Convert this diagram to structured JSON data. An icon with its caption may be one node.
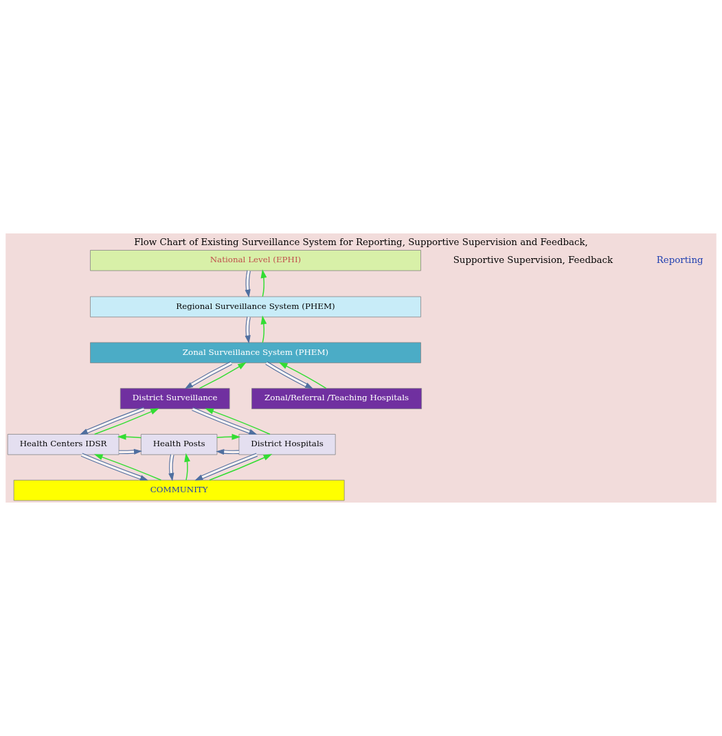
{
  "diagram": {
    "title": "Flow Chart of Existing Surveillance System for Reporting, Supportive Supervision and Feedback,",
    "nodes": [
      {
        "text": [
          "National Level (EPHI)"
        ]
      },
      {
        "text": [
          "Regional Surveillance System (PHEM)"
        ]
      },
      {
        "text": [
          "Zonal Surveillance System (PHEM)"
        ]
      },
      {
        "text": [
          "District Surveillance"
        ]
      },
      {
        "text": [
          "Zonal/Referral /Teaching Hospitals"
        ]
      },
      {
        "text": [
          "Health Centers IDSR"
        ]
      },
      {
        "text": [
          "Health Posts"
        ]
      },
      {
        "text": [
          "District Hospitals"
        ]
      },
      {
        "text": [
          "COMMUNITY"
        ]
      }
    ],
    "edges": [
      {
        "from": 0,
        "to": 1,
        "arrow": "to"
      },
      {
        "from": 1,
        "to": 0,
        "arrow": "to",
        "color": "#33dd33"
      },
      {
        "from": 1,
        "to": 2,
        "arrow": "to"
      },
      {
        "from": 2,
        "to": 1,
        "arrow": "to",
        "color": "#33dd33"
      },
      {
        "from": 2,
        "to": 3,
        "arrow": "to"
      },
      {
        "from": 3,
        "to": 2,
        "arrow": "to",
        "color": "#33dd33"
      },
      {
        "from": 2,
        "to": 4,
        "arrow": "to"
      },
      {
        "from": 4,
        "to": 2,
        "arrow": "to",
        "color": "#33dd33"
      },
      {
        "from": 3,
        "to": 5,
        "arrow": "to"
      },
      {
        "from": 5,
        "to": 3,
        "arrow": "to",
        "color": "#33dd33"
      },
      {
        "from": 3,
        "to": 7,
        "arrow": "to"
      },
      {
        "from": 7,
        "to": 3,
        "arrow": "to",
        "color": "#33dd33"
      },
      {
        "from": 5,
        "to": 6,
        "arrow": "to"
      },
      {
        "from": 6,
        "to": 5,
        "arrow": "to",
        "color": "#33dd33"
      },
      {
        "from": 7,
        "to": 6,
        "arrow": "to"
      },
      {
        "from": 6,
        "to": 7,
        "arrow": "to",
        "color": "#33dd33"
      },
      {
        "from": 5,
        "to": 8,
        "arrow": "to"
      },
      {
        "from": 8,
        "to": 5,
        "arrow": "to",
        "color": "#33dd33"
      },
      {
        "from": 6,
        "to": 8,
        "arrow": "to"
      },
      {
        "from": 8,
        "to": 6,
        "arrow": "to",
        "color": "#33dd33"
      },
      {
        "from": 7,
        "to": 8,
        "arrow": "to"
      },
      {
        "from": 8,
        "to": 7,
        "arrow": "to",
        "color": "#33dd33"
      }
    ],
    "labels": [
      "Supportive Supervision, Feedback",
      "Reporting"
    ]
  }
}
